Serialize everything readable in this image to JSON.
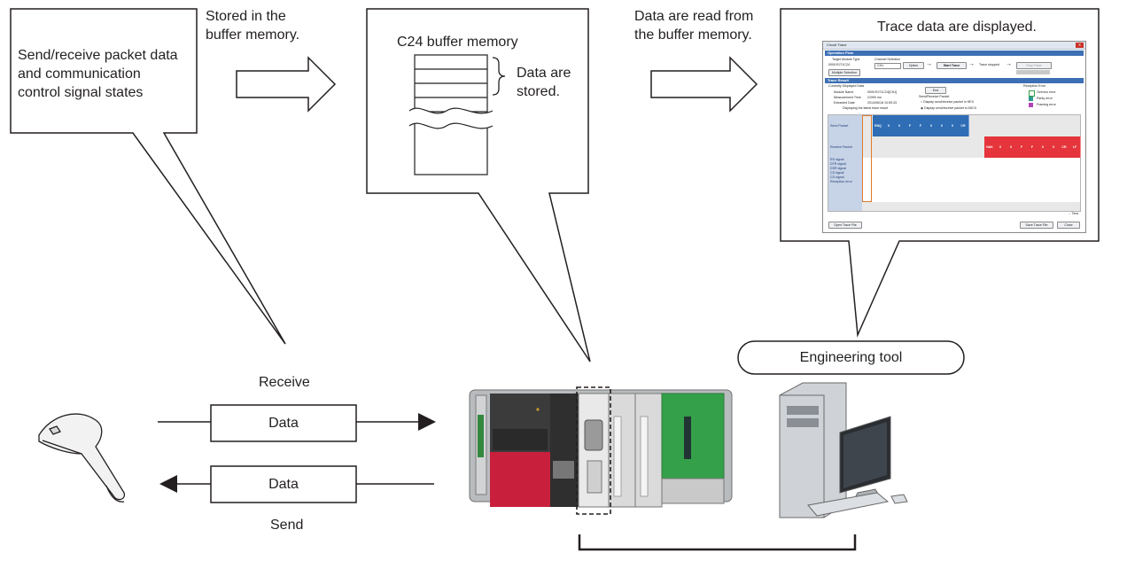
{
  "callouts": {
    "packet_data": "Send/receive packet data\nand communication\ncontrol signal states",
    "buffer_title": "C24 buffer memory",
    "buffer_note": "Data are\nstored.",
    "trace_displayed": "Trace data are displayed."
  },
  "flow": {
    "stored_label": "Stored in the\nbuffer memory.",
    "read_label": "Data are read from\nthe buffer memory."
  },
  "link": {
    "receive_label": "Receive",
    "send_label": "Send",
    "data_receive": "Data",
    "data_send": "Data"
  },
  "engineering_tool": "Engineering tool",
  "trace_window": {
    "title": "Circuit Trace",
    "operation_flow": "Operation Flow",
    "target_module_type": "Target Module Type",
    "target_module_value": "0000:RJ71C24",
    "channel_selection": "Channel Selection",
    "channel_value": "CH1",
    "option": "Option",
    "start_trace": "Start Trace",
    "trace_stopped": "Trace stopped",
    "stop_trace": "Stop Trace",
    "multiple_selection": "Multiple Selection",
    "trace_result": "Trace Result",
    "currently_displayed": "Currently Displayed Data",
    "module_name_label": "Module Name",
    "module_name_value": "0000:RJ71C24[CH1]",
    "measurement_time_label": "Measurement Time",
    "measurement_time_value": "21990 ms",
    "extracted_date_label": "Extracted Date",
    "extracted_date_value": "2014/06/18 10:59:33",
    "displaying": "Displaying the latest trace result",
    "end": "End",
    "send_receive_packet": "Send/Receive Packet",
    "display_hex": "Display send/receive packet in HEX",
    "display_ascii": "Display send/receive packet in ASCII",
    "reception_error": "Reception Error",
    "overrun_error": "Overrun error",
    "parity_error": "Parity error",
    "framing_error": "Framing error",
    "send_packet": "Send Packet",
    "receive_packet": "Receive Packet",
    "signals": [
      "RS signal",
      "DTR signal",
      "DSR signal",
      "CS signal",
      "CD signal",
      "Reception error"
    ],
    "send_cells": [
      "ENQ",
      "0",
      "0",
      "F",
      "F",
      "0",
      "0",
      "0",
      "CR"
    ],
    "receive_cells": [
      "NAK",
      "0",
      "0",
      "F",
      "F",
      "0",
      "0",
      "CR",
      "LF"
    ],
    "time": "Time",
    "open_trace_file": "Open Trace File",
    "save_trace_file": "Save Trace File",
    "close": "Close"
  },
  "colors": {
    "line": "#231f20",
    "send_cell": "#2f6db5",
    "receive_cell": "#e5343b",
    "cpu_red": "#c8203c",
    "io_green": "#35a04a",
    "header_blue": "#3d6fb4"
  }
}
